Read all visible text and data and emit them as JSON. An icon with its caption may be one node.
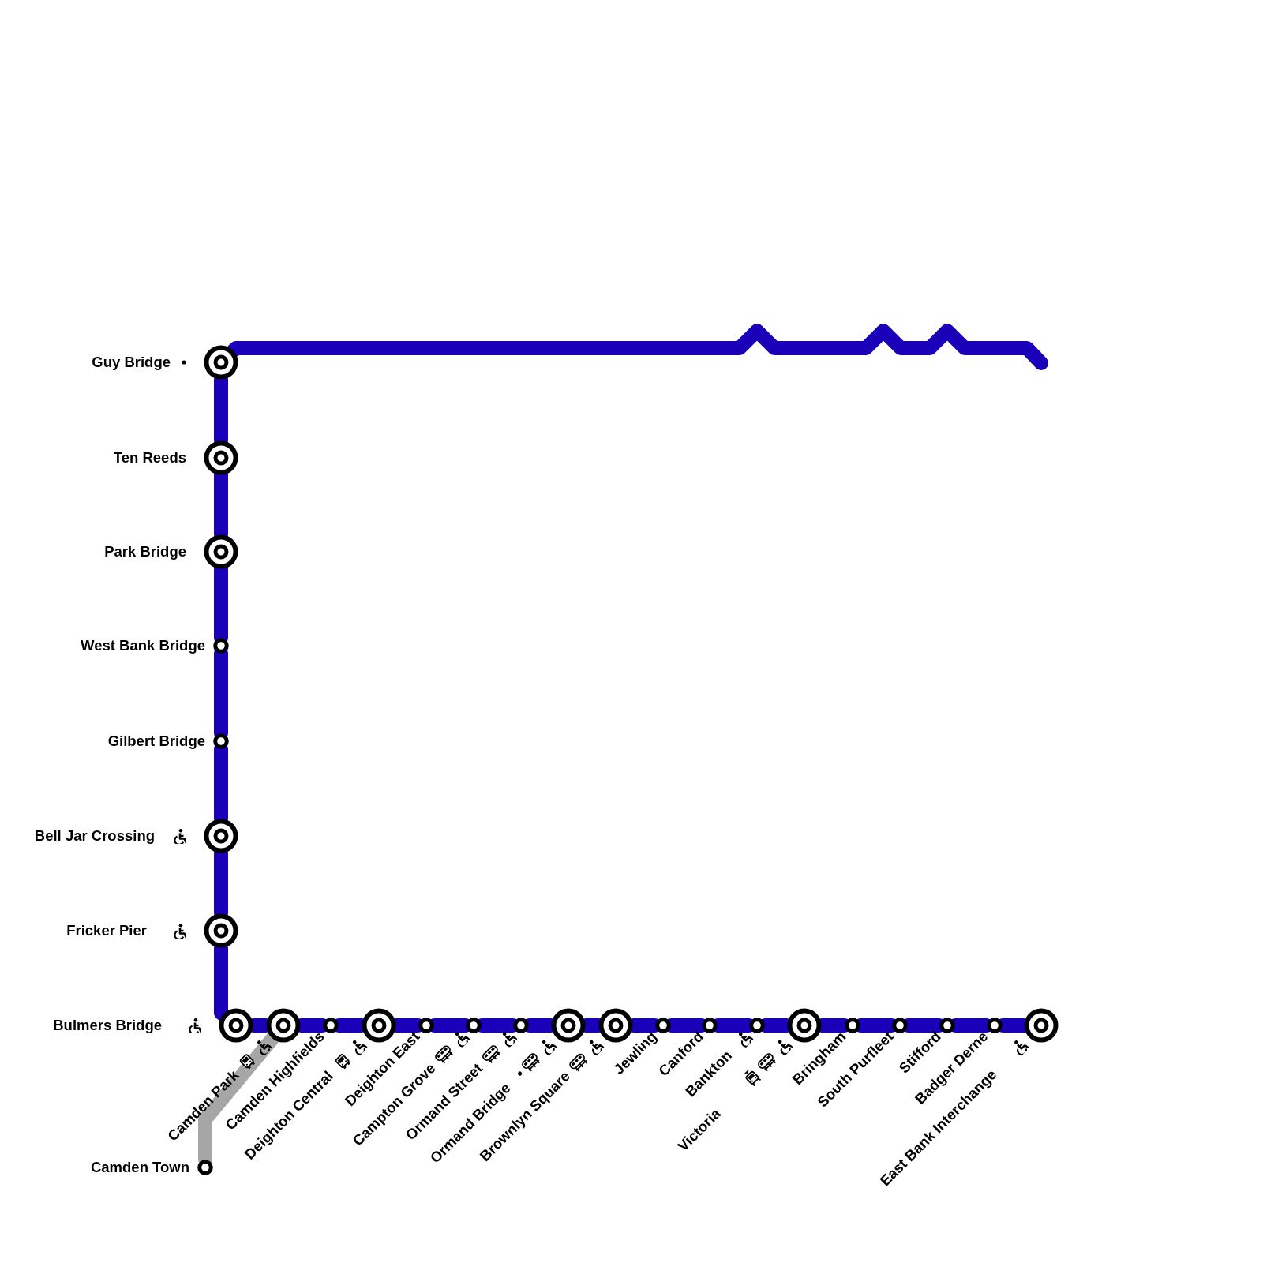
{
  "diagram": {
    "nodes": [
      {
        "text": [],
        "shape": "circle"
      },
      {
        "text": [],
        "shape": "circle"
      },
      {
        "text": [],
        "shape": "circle"
      },
      {
        "text": [],
        "shape": "circle"
      },
      {
        "text": [],
        "shape": "circle"
      },
      {
        "text": [],
        "shape": "circle"
      },
      {
        "text": [],
        "shape": "circle"
      },
      {
        "text": [],
        "shape": "circle"
      },
      {
        "text": [],
        "shape": "circle"
      },
      {
        "text": [],
        "shape": "circle"
      },
      {
        "text": [],
        "shape": "circle"
      },
      {
        "text": [],
        "shape": "circle"
      },
      {
        "text": [],
        "shape": "circle"
      },
      {
        "text": [],
        "shape": "circle"
      },
      {
        "text": [],
        "shape": "circle"
      },
      {
        "text": [],
        "shape": "circle"
      },
      {
        "text": [],
        "shape": "circle"
      },
      {
        "text": [],
        "shape": "circle"
      },
      {
        "text": [],
        "shape": "circle"
      },
      {
        "text": [],
        "shape": "circle"
      },
      {
        "text": [],
        "shape": "circle"
      },
      {
        "text": [],
        "shape": "circle"
      },
      {
        "text": [],
        "shape": "circle"
      },
      {
        "text": [],
        "shape": "circle"
      },
      {
        "text": [],
        "shape": "circle"
      },
      {
        "text": [],
        "shape": "circle"
      }
    ],
    "edges": [
      {
        "from": 0,
        "to": 1,
        "arrow": "none"
      },
      {
        "from": 1,
        "to": 2,
        "arrow": "none"
      },
      {
        "from": 2,
        "to": 3,
        "arrow": "none"
      },
      {
        "from": 3,
        "to": 4,
        "arrow": "none"
      },
      {
        "from": 4,
        "to": 5,
        "arrow": "none"
      },
      {
        "from": 5,
        "to": 6,
        "arrow": "none"
      },
      {
        "from": 6,
        "to": 7,
        "arrow": "none"
      },
      {
        "from": 7,
        "to": 8,
        "arrow": "none"
      },
      {
        "from": 8,
        "to": 9,
        "arrow": "none"
      },
      {
        "from": 9,
        "to": 10,
        "arrow": "none"
      },
      {
        "from": 10,
        "to": 11,
        "arrow": "none"
      },
      {
        "from": 11,
        "to": 12,
        "arrow": "none"
      },
      {
        "from": 12,
        "to": 13,
        "arrow": "none"
      },
      {
        "from": 13,
        "to": 14,
        "arrow": "none"
      },
      {
        "from": 14,
        "to": 15,
        "arrow": "none"
      },
      {
        "from": 15,
        "to": 16,
        "arrow": "none"
      },
      {
        "from": 16,
        "to": 17,
        "arrow": "none"
      },
      {
        "from": 17,
        "to": 18,
        "arrow": "none"
      },
      {
        "from": 18,
        "to": 19,
        "arrow": "none"
      },
      {
        "from": 19,
        "to": 20,
        "arrow": "none"
      },
      {
        "from": 20,
        "to": 21,
        "arrow": "none"
      },
      {
        "from": 21,
        "to": 22,
        "arrow": "none"
      },
      {
        "from": 22,
        "to": 23,
        "arrow": "none"
      },
      {
        "from": 23,
        "to": 24,
        "arrow": "none"
      },
      {
        "from": 8,
        "to": 25,
        "arrow": "none",
        "color": "#a6a6a6"
      },
      {
        "from": 0,
        "to": null,
        "arrow": "none"
      }
    ],
    "labels": [
      "Guy Bridge",
      "Ten Reeds",
      "Park Bridge",
      "West Bank Bridge",
      "Gilbert Bridge",
      "Bell Jar Crossing",
      "Fricker Pier",
      "Bulmers Bridge",
      "Camden Park",
      "Camden Highfields",
      "Deighton Central",
      "Deighton East",
      "Campton Grove",
      "Ormand Street",
      "Ormand Bridge",
      "Brownlyn Square",
      "Jewling",
      "Canford",
      "Bankton",
      "Victoria",
      "Bringham",
      "South Purfleet",
      "Stifford",
      "Badger Derne",
      "East Bank Interchange",
      "Camden Town"
    ]
  }
}
